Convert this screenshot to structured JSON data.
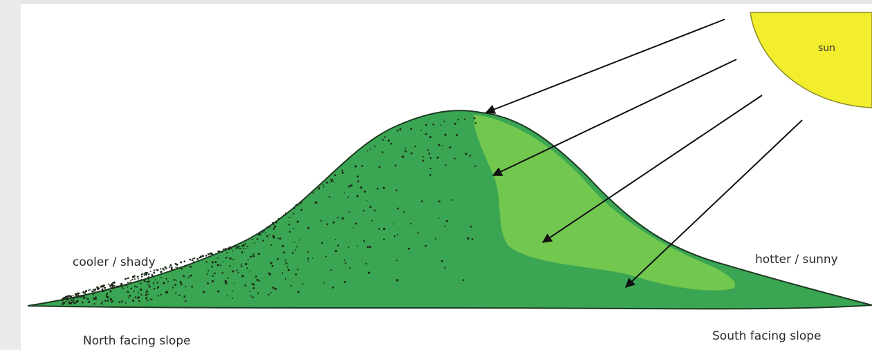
{
  "diagram": {
    "sun_label": "sun",
    "left_label": "cooler / shady",
    "right_label": "hotter / sunny",
    "bottom_left_label": "North facing slope",
    "bottom_right_label": "South facing slope"
  },
  "colors": {
    "sun": "#f3ee2d",
    "hill_dark": "#3aa653",
    "hill_light": "#7ccc4e",
    "outline": "#1d3a22",
    "dots": "#1f2b1a",
    "arrow": "#111111"
  }
}
